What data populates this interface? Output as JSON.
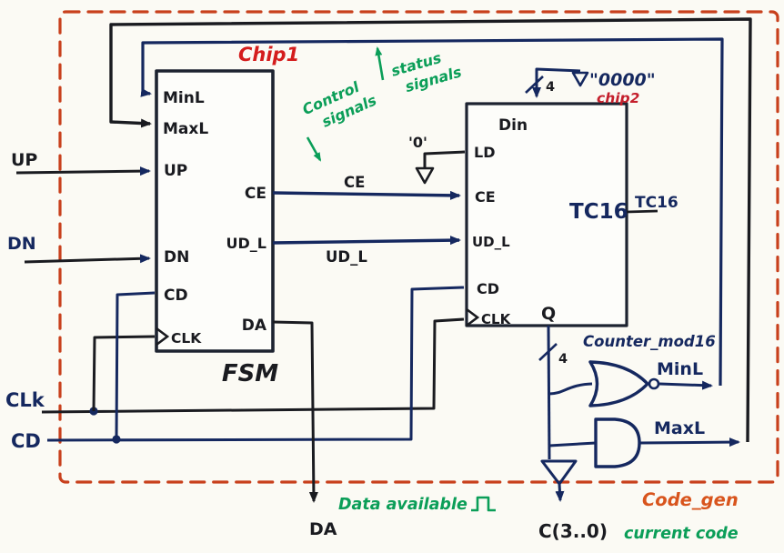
{
  "title_labels": {
    "chip1": "Chip1",
    "chip2": "chip2",
    "code_gen": "Code_gen",
    "counter_mod16": "Counter_mod16"
  },
  "fsm": {
    "title": "FSM",
    "port_minl": "MinL",
    "port_maxl": "MaxL",
    "port_up": "UP",
    "port_dn": "DN",
    "port_cd": "CD",
    "port_clk": "CLK",
    "port_ce": "CE",
    "port_udl": "UD_L",
    "port_da": "DA"
  },
  "tc16": {
    "title": "TC16",
    "port_din": "Din",
    "port_ld": "LD",
    "port_ce": "CE",
    "port_udl": "UD_L",
    "port_cd": "CD",
    "port_clk": "CLK",
    "port_q": "Q",
    "out_tc": "TC16"
  },
  "signals": {
    "up": "UP",
    "dn": "DN",
    "clk": "CLk",
    "cd": "CD",
    "ce": "CE",
    "udl": "UD_L",
    "minl": "MinL",
    "maxl": "MaxL",
    "da": "DA",
    "c_bus": "C(3..0)"
  },
  "constants": {
    "zero_nibble": "\"0000\"",
    "zero_bit": "'0'",
    "bus_width_din": "4",
    "bus_width_q": "4"
  },
  "annotations": {
    "control_1": "Control",
    "control_2": "signals",
    "status_1": "status",
    "status_2": "signals",
    "data_available": "Data available",
    "current_code": "current code"
  },
  "colors": {
    "ink_black": "#1a1b20",
    "ink_blue": "#15285f",
    "ink_red": "#d41d1d",
    "ink_crimson": "#c41f2c",
    "ink_orange_red": "#d8541c",
    "ink_green": "#0b9e58",
    "border_red": "#c8401c",
    "paper": "#fbfaf4"
  }
}
